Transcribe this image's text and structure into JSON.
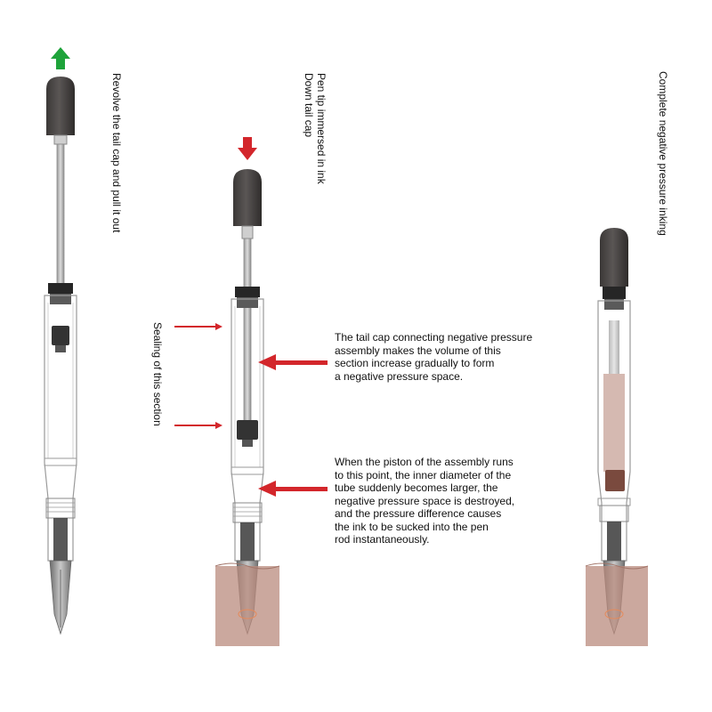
{
  "labels": {
    "step1": "Revolve the tail cap and pull it out",
    "step2_line1": "Pen tip immersed in ink",
    "step2_line2": "Down tail cap",
    "step3": "Complete negative pressure inking",
    "sealing": "Sealing of this section"
  },
  "notes": {
    "negative_pressure": [
      "The tail cap connecting negative pressure",
      "assembly makes the volume of this",
      "section increase gradually to form",
      "a negative pressure space."
    ],
    "piston": [
      "When the piston of the assembly runs",
      "to this point, the inner diameter of the",
      "tube suddenly becomes larger, the",
      "negative pressure space is destroyed,",
      "and the pressure difference causes",
      "the ink to be sucked into the pen",
      "rod instantaneously."
    ]
  },
  "icons": {
    "up_arrow": "up-arrow-icon",
    "down_arrow": "down-arrow-icon"
  },
  "colors": {
    "up_arrow": "#1ea33a",
    "pointer_red": "#d3262b",
    "cap_dark": "#4a4645",
    "ink": "#b98b7d",
    "outline": "#8c8c8c"
  }
}
